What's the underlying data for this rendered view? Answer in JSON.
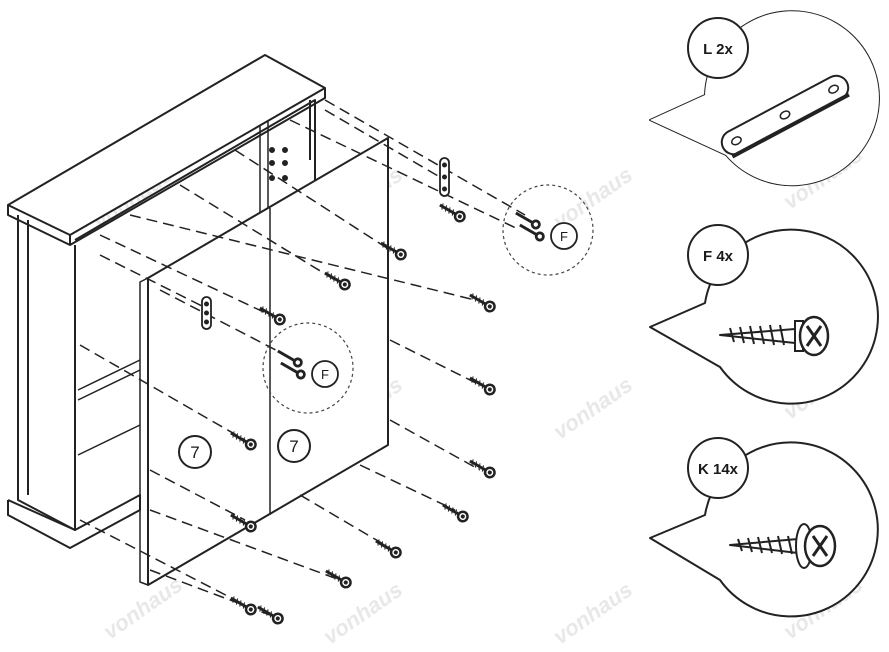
{
  "watermark": "vonhaus",
  "step_markers": [
    {
      "label": "7"
    },
    {
      "label": "7"
    }
  ],
  "detail_tags": [
    {
      "label": "F"
    },
    {
      "label": "F"
    }
  ],
  "parts": [
    {
      "label": "L 2x",
      "part": "L",
      "qty": 2,
      "icon": "connector-plate-icon"
    },
    {
      "label": "F 4x",
      "part": "F",
      "qty": 4,
      "icon": "screw-icon"
    },
    {
      "label": "K 14x",
      "part": "K",
      "qty": 14,
      "icon": "washer-screw-icon"
    }
  ]
}
